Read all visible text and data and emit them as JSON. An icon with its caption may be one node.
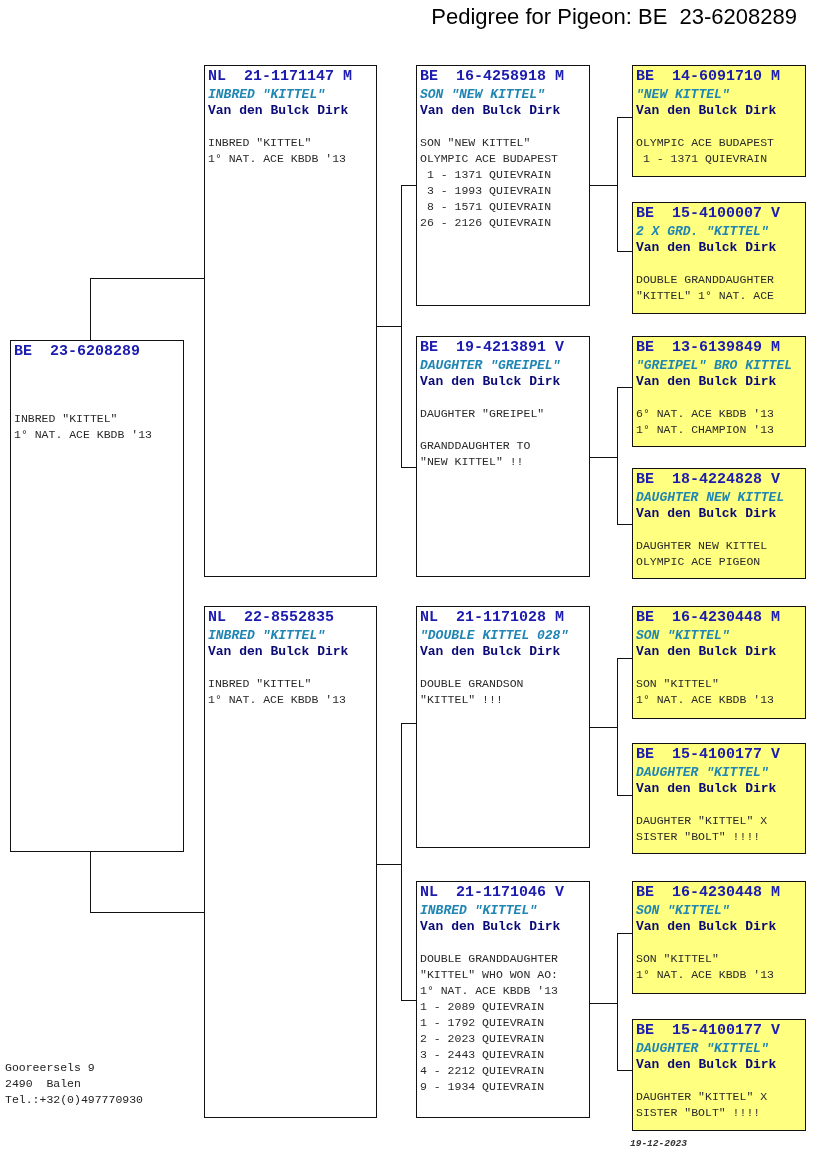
{
  "diagram": {
    "title": "Pedigree for Pigeon: BE  23-6208289",
    "nodes": [
      {
        "text": [
          "BE  23-6208289",
          "INBRED \"KITTEL\"",
          "1° NAT. ACE KBDB '13"
        ]
      },
      {
        "text": [
          "NL  21-1171147 M",
          "INBRED \"KITTEL\"",
          "Van den Bulck Dirk",
          "INBRED \"KITTEL\"",
          "1° NAT. ACE KBDB '13"
        ]
      },
      {
        "text": [
          "NL  22-8552835",
          "INBRED \"KITTEL\"",
          "Van den Bulck Dirk",
          "INBRED \"KITTEL\"",
          "1° NAT. ACE KBDB '13"
        ]
      },
      {
        "text": [
          "BE  16-4258918 M",
          "SON \"NEW KITTEL\"",
          "Van den Bulck Dirk",
          "SON \"NEW KITTEL\"",
          "OLYMPIC ACE BUDAPEST",
          " 1 - 1371 QUIEVRAIN",
          " 3 - 1993 QUIEVRAIN",
          " 8 - 1571 QUIEVRAIN",
          "26 - 2126 QUIEVRAIN"
        ]
      },
      {
        "text": [
          "BE  19-4213891 V",
          "DAUGHTER \"GREIPEL\"",
          "Van den Bulck Dirk",
          "DAUGHTER \"GREIPEL\"",
          "GRANDDAUGHTER TO",
          "\"NEW KITTEL\" !!"
        ]
      },
      {
        "text": [
          "NL  21-1171028 M",
          "\"DOUBLE KITTEL 028\"",
          "Van den Bulck Dirk",
          "DOUBLE GRANDSON",
          "\"KITTEL\" !!!"
        ]
      },
      {
        "text": [
          "NL  21-1171046 V",
          "INBRED \"KITTEL\"",
          "Van den Bulck Dirk",
          "DOUBLE GRANDDAUGHTER",
          "\"KITTEL\" WHO WON AO:",
          "1° NAT. ACE KBDB '13",
          "1 - 2089 QUIEVRAIN",
          "1 - 1792 QUIEVRAIN",
          "2 - 2023 QUIEVRAIN",
          "3 - 2443 QUIEVRAIN",
          "4 - 2212 QUIEVRAIN",
          "9 - 1934 QUIEVRAIN"
        ]
      },
      {
        "text": [
          "BE  14-6091710 M",
          "\"NEW KITTEL\"",
          "Van den Bulck Dirk",
          "OLYMPIC ACE BUDAPEST",
          " 1 - 1371 QUIEVRAIN"
        ]
      },
      {
        "text": [
          "BE  15-4100007 V",
          "2 X GRD. \"KITTEL\"",
          "Van den Bulck Dirk",
          "DOUBLE GRANDDAUGHTER",
          "\"KITTEL\" 1° NAT. ACE"
        ]
      },
      {
        "text": [
          "BE  13-6139849 M",
          "\"GREIPEL\" BRO KITTEL",
          "Van den Bulck Dirk",
          "6° NAT. ACE KBDB '13",
          "1° NAT. CHAMPION '13"
        ]
      },
      {
        "text": [
          "BE  18-4224828 V",
          "DAUGHTER NEW KITTEL",
          "Van den Bulck Dirk",
          "DAUGHTER NEW KITTEL",
          "OLYMPIC ACE PIGEON"
        ]
      },
      {
        "text": [
          "BE  16-4230448 M",
          "SON \"KITTEL\"",
          "Van den Bulck Dirk",
          "SON \"KITTEL\"",
          "1° NAT. ACE KBDB '13"
        ]
      },
      {
        "text": [
          "BE  15-4100177 V",
          "DAUGHTER \"KITTEL\"",
          "Van den Bulck Dirk",
          "DAUGHTER \"KITTEL\" X",
          "SISTER \"BOLT\" !!!!"
        ]
      },
      {
        "text": [
          "BE  16-4230448 M",
          "SON \"KITTEL\"",
          "Van den Bulck Dirk",
          "SON \"KITTEL\"",
          "1° NAT. ACE KBDB '13"
        ]
      },
      {
        "text": [
          "BE  15-4100177 V",
          "DAUGHTER \"KITTEL\"",
          "Van den Bulck Dirk",
          "DAUGHTER \"KITTEL\" X",
          "SISTER \"BOLT\" !!!!"
        ]
      }
    ],
    "edges": [
      {
        "from": 0,
        "to": 1,
        "arrow": "none"
      },
      {
        "from": 0,
        "to": 2,
        "arrow": "none"
      },
      {
        "from": 1,
        "to": 3,
        "arrow": "none"
      },
      {
        "from": 1,
        "to": 4,
        "arrow": "none"
      },
      {
        "from": 2,
        "to": 5,
        "arrow": "none"
      },
      {
        "from": 2,
        "to": 6,
        "arrow": "none"
      },
      {
        "from": 3,
        "to": 7,
        "arrow": "none"
      },
      {
        "from": 3,
        "to": 8,
        "arrow": "none"
      },
      {
        "from": 4,
        "to": 9,
        "arrow": "none"
      },
      {
        "from": 4,
        "to": 10,
        "arrow": "none"
      },
      {
        "from": 5,
        "to": 11,
        "arrow": "none"
      },
      {
        "from": 5,
        "to": 12,
        "arrow": "none"
      },
      {
        "from": 6,
        "to": 13,
        "arrow": "none"
      },
      {
        "from": 6,
        "to": 14,
        "arrow": "none"
      }
    ],
    "labels": [
      "Gooreersels 9",
      "2490  Balen",
      "Tel.:+32(0)497770930",
      "19-12-2023"
    ]
  }
}
